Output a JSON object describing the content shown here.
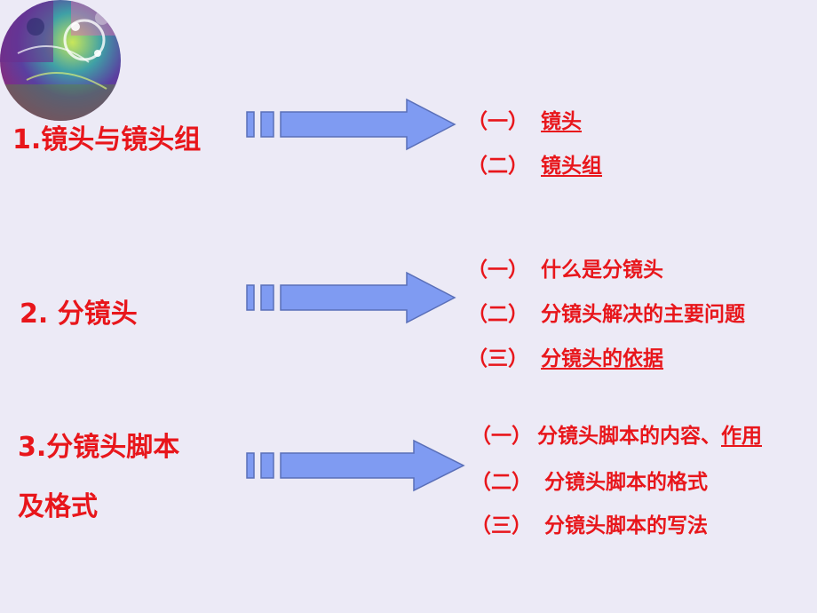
{
  "sections": [
    {
      "heading": "1.镜头与镜头组",
      "items": [
        {
          "num": "（一）",
          "text": "镜头"
        },
        {
          "num": "（二）",
          "text": "镜头组"
        }
      ]
    },
    {
      "heading": "2. 分镜头",
      "items": [
        {
          "num": "（一）",
          "text": "什么是分镜头"
        },
        {
          "num": "（二）",
          "text": "分镜头解决的主要问题"
        },
        {
          "num": "（三）",
          "text": "分镜头的依据"
        }
      ]
    },
    {
      "heading_line1": "3.分镜头脚本",
      "heading_line2": "及格式",
      "items": [
        {
          "num": "（一）",
          "text": "分镜头脚本的内容、",
          "text_linked": "作用"
        },
        {
          "num": "（二）",
          "text": "分镜头脚本的格式"
        },
        {
          "num": "（三）",
          "text": "分镜头脚本的写法"
        }
      ]
    }
  ],
  "colors": {
    "background": "#ECEAF6",
    "heading": "#E8161B",
    "arrow_fill": "#7F9BF2",
    "arrow_stroke": "#5A6FB8"
  }
}
